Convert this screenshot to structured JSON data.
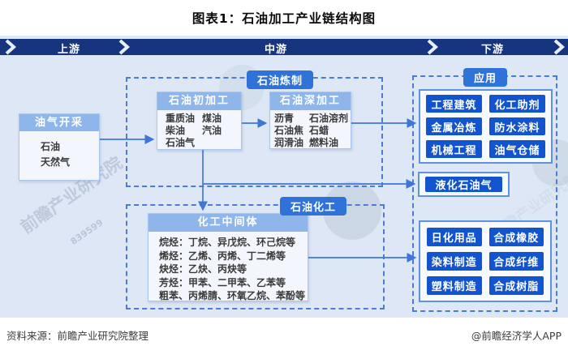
{
  "title": "图表1：石油加工产业链结构图",
  "band": {
    "upstream": "上游",
    "midstream": "中游",
    "downstream": "下游"
  },
  "upstream_box": {
    "header": "油气开采",
    "items": [
      "石油",
      "天然气"
    ]
  },
  "refining": {
    "label": "石油炼制",
    "primary": {
      "header": "石油初加工",
      "col1": [
        "重质油",
        "柴油",
        "石油气"
      ],
      "col2": [
        "煤油",
        "汽油"
      ]
    },
    "deep": {
      "header": "石油深加工",
      "col1": [
        "沥青",
        "石油焦",
        "润滑油"
      ],
      "col2": [
        "石油溶剂",
        "石蜡",
        "燃料油"
      ]
    }
  },
  "petrochemical": {
    "label": "石油化工",
    "intermediates": {
      "header": "化工中间体",
      "lines": [
        "烷烃：丁烷、异戊烷、环己烷等",
        "烯烃：乙烯、丙烯、丁二烯等",
        "炔烃：乙炔、丙炔等",
        "芳烃：甲苯、二甲苯、乙苯等",
        "粗苯、丙烯腈、环氧乙烷、苯酚等"
      ]
    }
  },
  "application": {
    "label": "应用",
    "group1": [
      "工程建筑",
      "化工助剂",
      "金属冶炼",
      "防水涂料",
      "机械工程",
      "油气仓储"
    ],
    "lpg": "液化石油气",
    "group2": [
      "日化用品",
      "合成橡胶",
      "染料制造",
      "合成纤维",
      "塑料制造",
      "合成树脂"
    ]
  },
  "footer": {
    "source": "资料来源：前瞻产业研究院整理",
    "credit": "@前瞻经济学人APP"
  },
  "watermark": {
    "text": "前瞻产业研究院",
    "digits": "839599"
  },
  "colors": {
    "band_navy": "#17357f",
    "pill_blue": "#2f72d8",
    "button_blue": "#1254cd",
    "header_light_blue": "#8fb6ea",
    "line_blue": "#3f77d8",
    "background_light": "#dde7f5"
  }
}
